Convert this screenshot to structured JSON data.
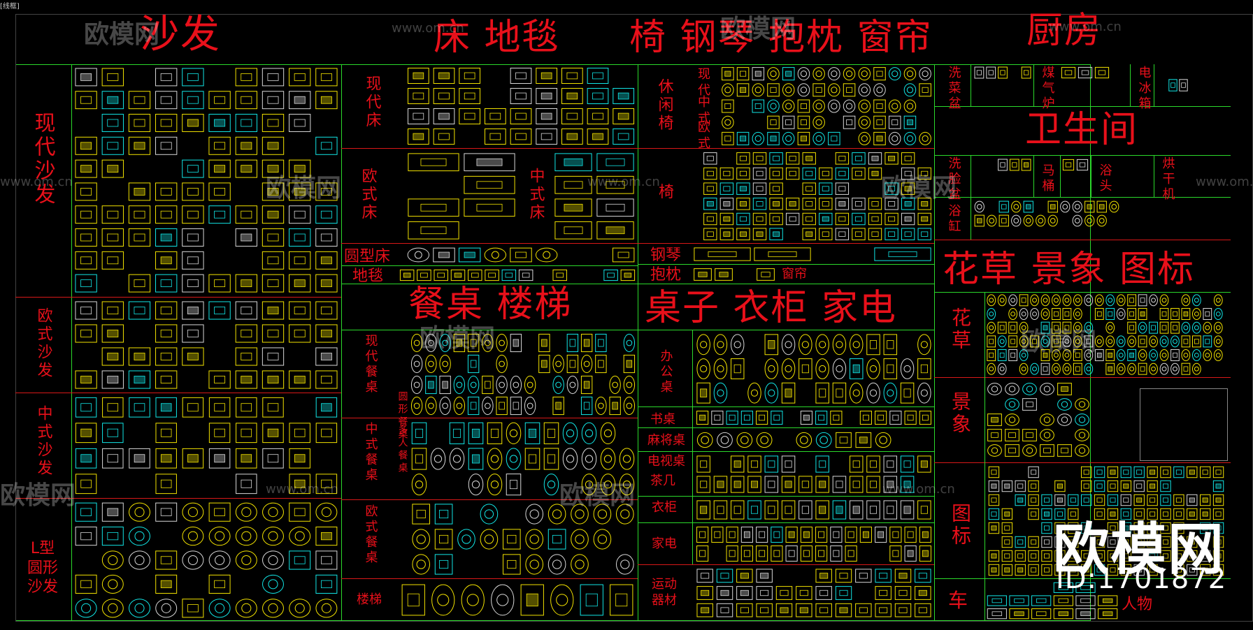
{
  "top_caption": "[线框]",
  "titles": {
    "sofa": "沙发",
    "bed_carpet": "床 地毯",
    "chair_piano": "椅 钢琴 抱枕 窗帘",
    "kitchen": "厨房",
    "bathroom": "卫生间",
    "plants": "花草 景象 图标",
    "dining_stairs": "餐桌 楼梯",
    "desk_wardrobe": "桌子 衣柜 家电"
  },
  "labels": {
    "modern_sofa": "现代沙发",
    "euro_sofa": "欧式沙发",
    "chinese_sofa": "中式沙发",
    "l_sofa": "L型圆形沙发",
    "modern_bed": "现代床",
    "euro_bed": "欧式床",
    "chinese_bed": "中式床",
    "round_bed": "圆型床",
    "carpet": "地毯",
    "modern_dining": "现代餐桌",
    "multi_person": "多人餐桌",
    "round_dining": "圆形餐桌",
    "chinese_dining": "中式餐桌",
    "euro_dining": "欧式餐桌",
    "stairs": "楼梯",
    "leisure_chair": "休闲椅",
    "modern": "现代",
    "chinese": "中式",
    "european": "欧式",
    "chair": "椅",
    "piano": "钢琴",
    "pillow": "抱枕",
    "curtain": "窗帘",
    "office_desk": "办公桌",
    "book_desk": "书桌",
    "mahjong": "麻将桌",
    "tv_table": "电视桌",
    "tea_table": "茶几",
    "wardrobe": "衣柜",
    "appliance": "家电",
    "sport": "运动器材",
    "sink": "洗菜盆",
    "stove": "煤气炉",
    "fridge": "电冰箱",
    "basin": "洗脸盆",
    "toilet": "马桶",
    "shower": "浴头",
    "dryer": "烘干机",
    "bathtub": "浴缸",
    "flower": "花草",
    "scene": "景象",
    "icon": "图标",
    "car": "车",
    "person": "人物"
  },
  "watermark": {
    "brand": "欧模网",
    "url": "www.om.cn",
    "logo": "欧模网",
    "id": "ID:1701872"
  },
  "colors": {
    "frame": "#2bd92b",
    "title": "#e8101a",
    "block_yellow": "#f2e200",
    "block_cyan": "#12e6e6",
    "block_white": "#d8d8d8"
  }
}
